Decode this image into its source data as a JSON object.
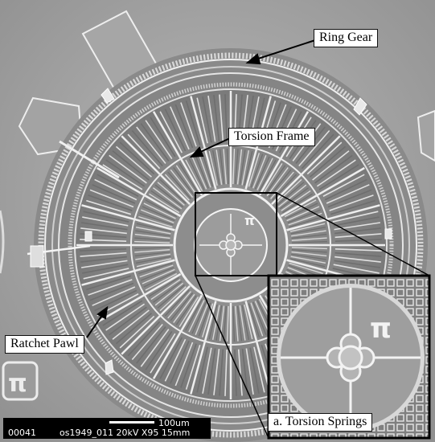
{
  "figure": {
    "labels": {
      "ring_gear": "Ring Gear",
      "torsion_frame": "Torsion Frame",
      "ratchet_pawl": "Ratchet Pawl",
      "torsion_springs": "a. Torsion Springs"
    },
    "databar": {
      "image_number": "00041",
      "acquisition": "os1949_011 20kV X95 15mm",
      "scale_label": "100um"
    }
  }
}
